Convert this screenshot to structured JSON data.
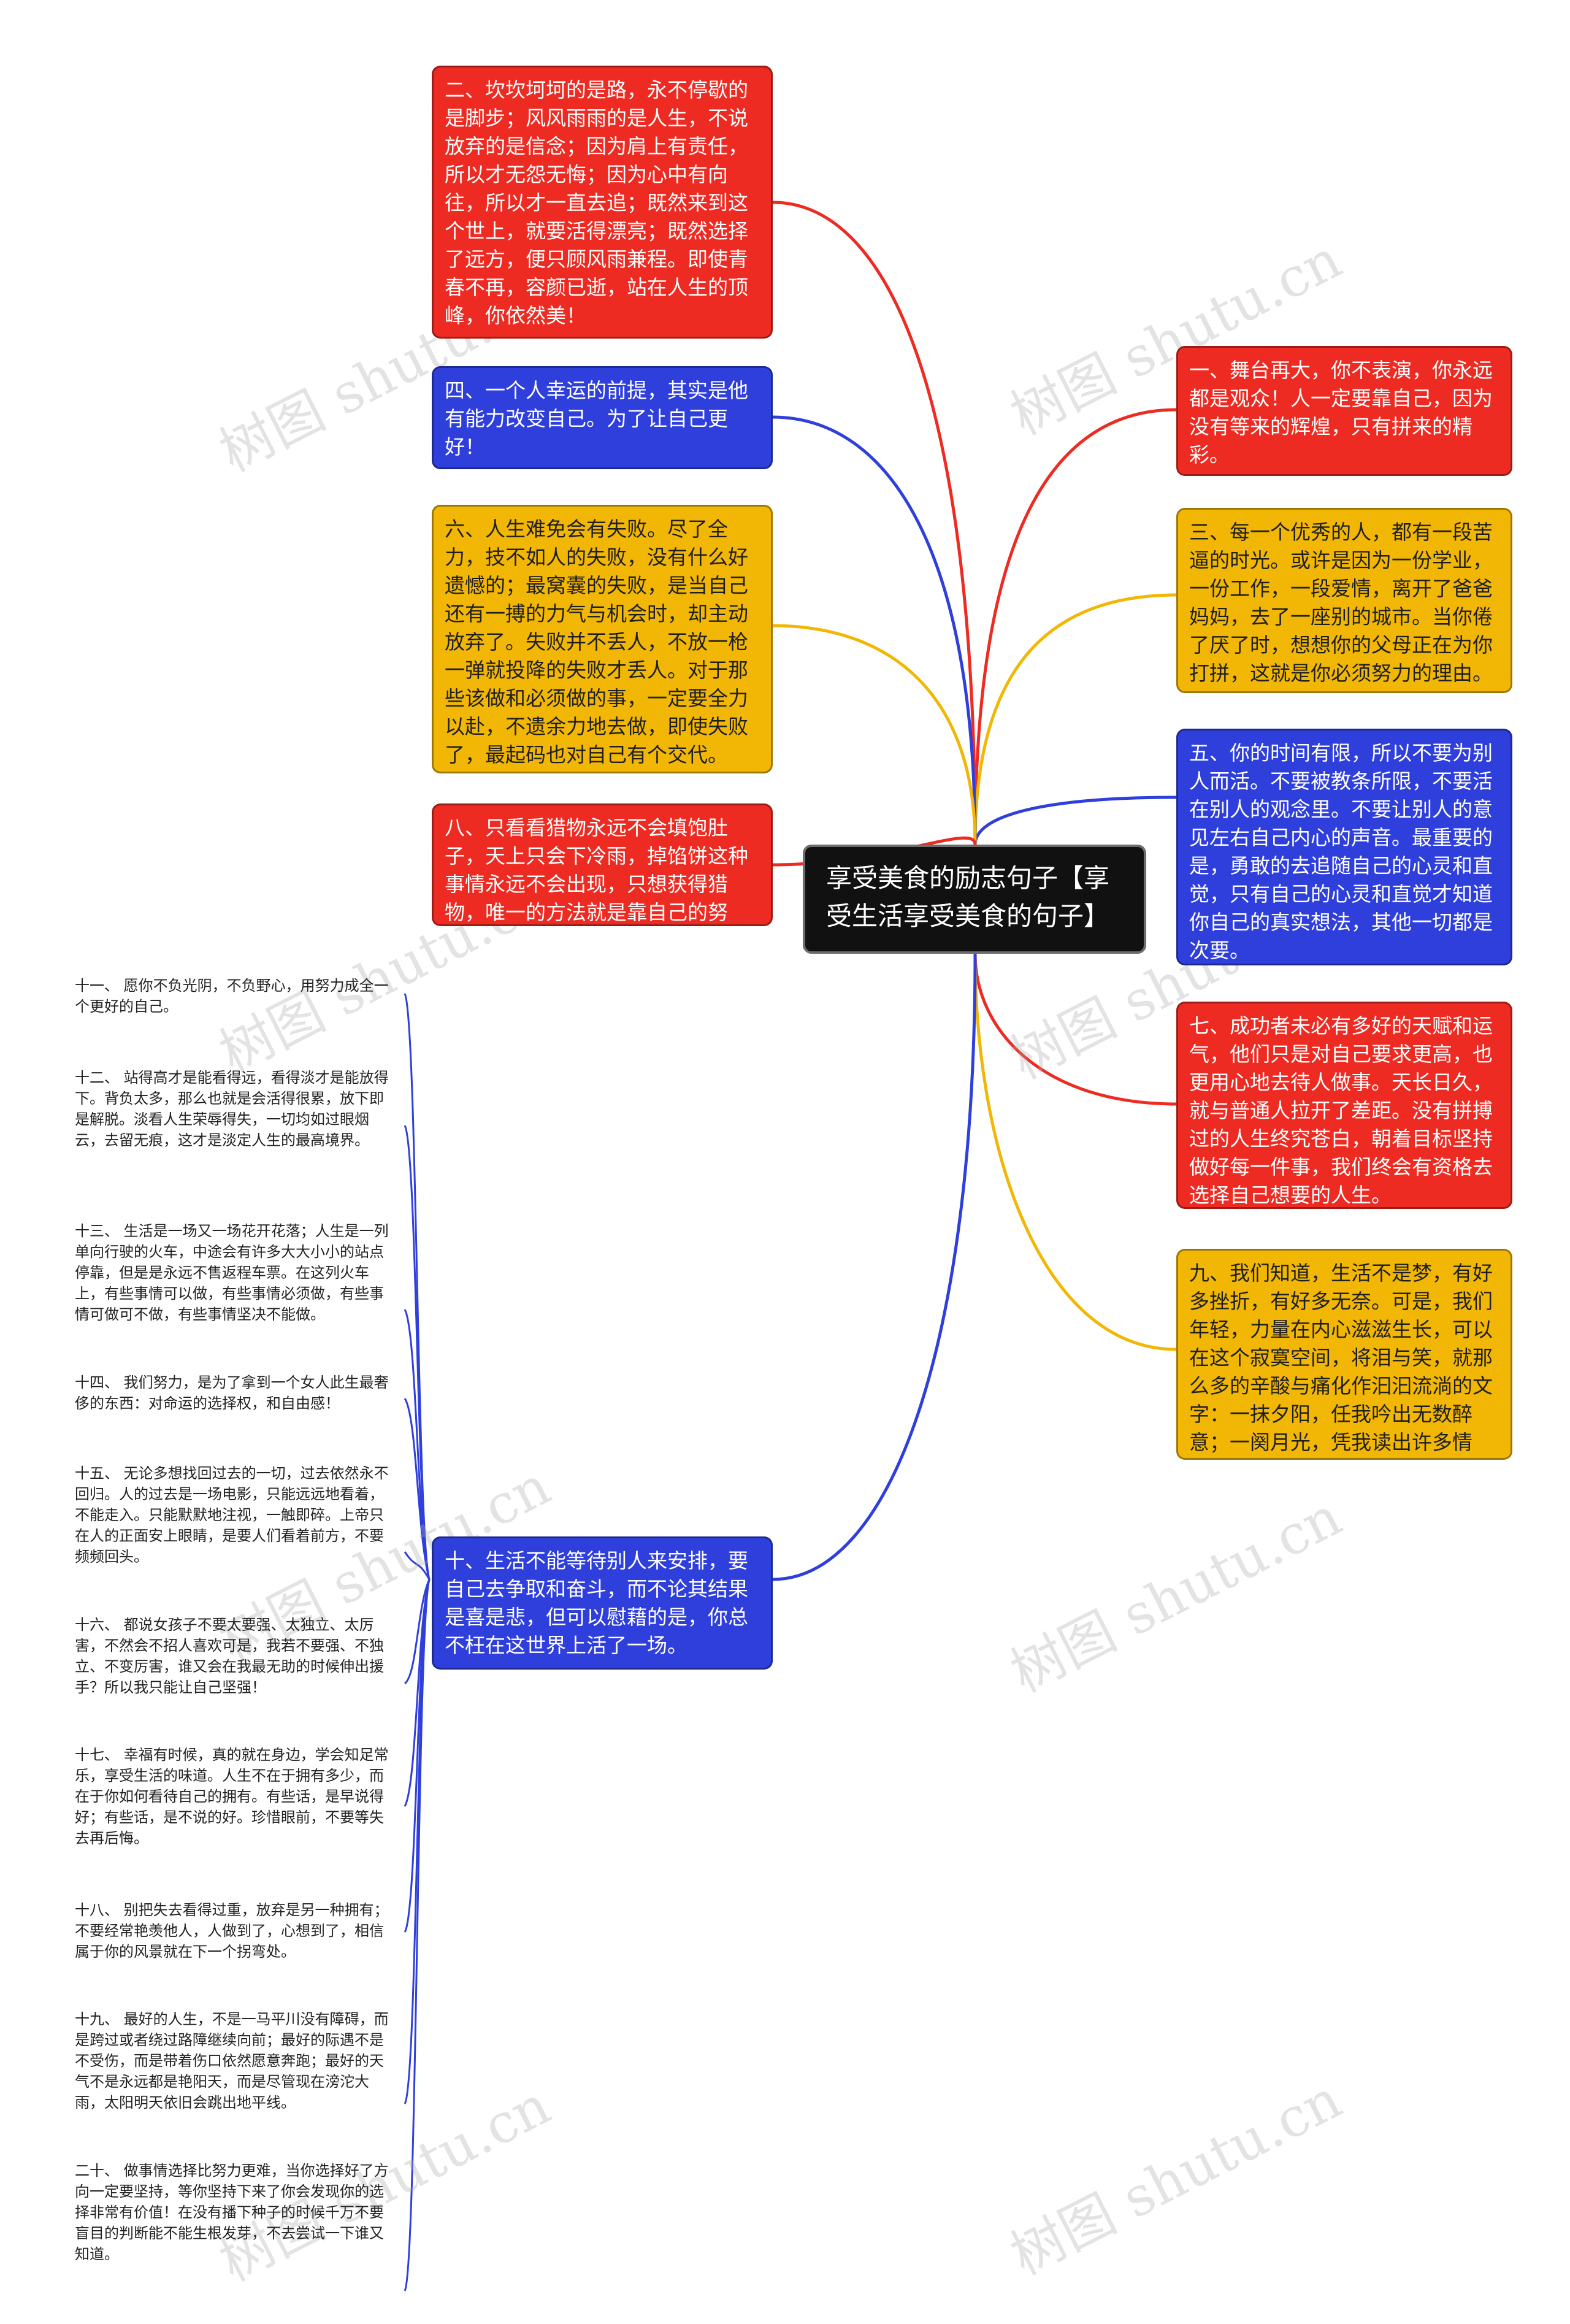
{
  "root": {
    "title": "享受美食的励志句子【享受生活享受美食的句子】"
  },
  "watermark": "树图 shutu.cn",
  "colors": {
    "red": "#ee2b22",
    "blue": "#2f3fdb",
    "yellow": "#f2b705",
    "root": "#111111"
  },
  "branches": {
    "b1": "一、舞台再大，你不表演，你永远都是观众！人一定要靠自己，因为没有等来的辉煌，只有拼来的精彩。",
    "b2": "二、坎坎坷坷的是路，永不停歇的是脚步；风风雨雨的是人生，不说放弃的是信念；因为肩上有责任，所以才无怨无悔；因为心中有向往，所以才一直去追；既然来到这个世上，就要活得漂亮；既然选择了远方，便只顾风雨兼程。即使青春不再，容颜已逝，站在人生的顶峰，你依然美！",
    "b3": "三、每一个优秀的人，都有一段苦逼的时光。或许是因为一份学业，一份工作，一段爱情，离开了爸爸妈妈，去了一座别的城市。当你倦了厌了时，想想你的父母正在为你打拼，这就是你必须努力的理由。",
    "b4": "四、一个人幸运的前提，其实是他有能力改变自己。为了让自己更好！",
    "b5": "五、你的时间有限，所以不要为别人而活。不要被教条所限，不要活在别人的观念里。不要让别人的意见左右自己内心的声音。最重要的是，勇敢的去追随自己的心灵和直觉，只有自己的心灵和直觉才知道你自己的真实想法，其他一切都是次要。",
    "b6": "六、人生难免会有失败。尽了全力，技不如人的失败，没有什么好遗憾的；最窝囊的失败，是当自己还有一搏的力气与机会时，却主动放弃了。失败并不丢人，不放一枪一弹就投降的失败才丢人。对于那些该做和必须做的事，一定要全力以赴，不遗余力地去做，即使失败了，最起码也对自己有个交代。",
    "b7": "七、成功者未必有多好的天赋和运气，他们只是对自己要求更高，也更用心地去待人做事。天长日久，就与普通人拉开了差距。没有拼搏过的人生终究苍白，朝着目标坚持做好每一件事，我们终会有资格去选择自己想要的人生。",
    "b8": "八、只看看猎物永远不会填饱肚子，天上只会下冷雨，掉馅饼这种事情永远不会出现，只想获得猎物，唯一的方法就是靠自己的努力。",
    "b9": "九、我们知道，生活不是梦，有好多挫折，有好多无奈。可是，我们年轻，力量在内心滋滋生长，可以在这个寂寞空间，将泪与笑，就那么多的辛酸与痛化作汩汩流淌的文字：一抹夕阳，任我吟出无数醉意；一阕月光，凭我读出许多情怀。",
    "b10": "十、生活不能等待别人来安排，要自己去争取和奋斗，而不论其结果是喜是悲，但可以慰藉的是，你总不枉在这世界上活了一场。"
  },
  "leaves": [
    "十一、 愿你不负光阴，不负野心，用努力成全一个更好的自己。",
    "十二、 站得高才是能看得远，看得淡才是能放得下。背负太多，那么也就是会活得很累，放下即是解脱。淡看人生荣辱得失，一切均如过眼烟云，去留无痕，这才是淡定人生的最高境界。",
    "十三、 生活是一场又一场花开花落；人生是一列单向行驶的火车，中途会有许多大大小小的站点停靠，但是是永远不售返程车票。在这列火车上，有些事情可以做，有些事情必须做，有些事情可做可不做，有些事情坚决不能做。",
    "十四、 我们努力，是为了拿到一个女人此生最奢侈的东西：对命运的选择权，和自由感！",
    "十五、 无论多想找回过去的一切，过去依然永不回归。人的过去是一场电影，只能远远地看着，不能走入。只能默默地注视，一触即碎。上帝只在人的正面安上眼睛，是要人们看着前方，不要频频回头。",
    "十六、 都说女孩子不要太要强、太独立、太厉害，不然会不招人喜欢可是，我若不要强、不独立、不变厉害，谁又会在我最无助的时候伸出援手？所以我只能让自己坚强！",
    "十七、 幸福有时候，真的就在身边，学会知足常乐，享受生活的味道。人生不在于拥有多少，而在于你如何看待自己的拥有。有些话，是早说得好；有些话，是不说的好。珍惜眼前，不要等失去再后悔。",
    "十八、 别把失去看得过重，放弃是另一种拥有；不要经常艳羡他人，人做到了，心想到了，相信属于你的风景就在下一个拐弯处。",
    "十九、 最好的人生，不是一马平川没有障碍，而是跨过或者绕过路障继续向前；最好的际遇不是不受伤，而是带着伤口依然愿意奔跑；最好的天气不是永远都是艳阳天，而是尽管现在滂沱大雨，太阳明天依旧会跳出地平线。",
    "二十、 做事情选择比努力更难，当你选择好了方向一定要坚持，等你坚持下来了你会发现你的选择非常有价值！在没有播下种子的时候千万不要盲目的判断能不能生根发芽，不去尝试一下谁又知道。"
  ]
}
